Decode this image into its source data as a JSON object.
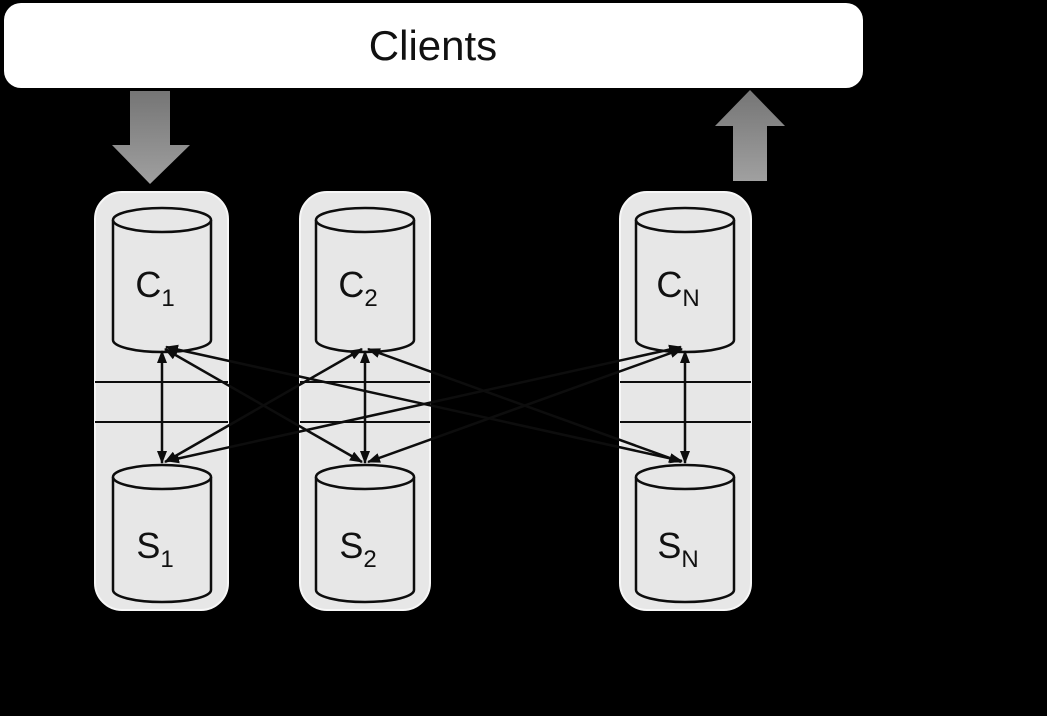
{
  "diagram": {
    "title_box": {
      "label": "Clients"
    },
    "flow_arrows": [
      {
        "name": "requests-down-arrow",
        "direction": "down",
        "meaning": "requests from clients into system"
      },
      {
        "name": "responses-up-arrow",
        "direction": "up",
        "meaning": "responses from system back to clients"
      }
    ],
    "shards": [
      {
        "coordinator": {
          "main": "C",
          "sub": "1"
        },
        "storage": {
          "main": "S",
          "sub": "1"
        }
      },
      {
        "coordinator": {
          "main": "C",
          "sub": "2"
        },
        "storage": {
          "main": "S",
          "sub": "2"
        }
      },
      {
        "coordinator": {
          "main": "C",
          "sub": "N"
        },
        "storage": {
          "main": "S",
          "sub": "N"
        }
      }
    ],
    "connections": [
      {
        "from": "C1",
        "to": "S1",
        "style": "double-arrow"
      },
      {
        "from": "C1",
        "to": "S2",
        "style": "double-arrow"
      },
      {
        "from": "C1",
        "to": "SN",
        "style": "double-arrow"
      },
      {
        "from": "C2",
        "to": "S1",
        "style": "double-arrow"
      },
      {
        "from": "C2",
        "to": "S2",
        "style": "double-arrow"
      },
      {
        "from": "C2",
        "to": "SN",
        "style": "double-arrow"
      },
      {
        "from": "CN",
        "to": "S1",
        "style": "double-arrow"
      },
      {
        "from": "CN",
        "to": "S2",
        "style": "double-arrow"
      },
      {
        "from": "CN",
        "to": "SN",
        "style": "double-arrow"
      }
    ],
    "colors": {
      "background": "#000000",
      "clients_box_fill": "#ffffff",
      "container_fill": "#e7e7e7",
      "container_stroke": "#f7f7f7",
      "cylinder_fill": "#e7e7e7",
      "line_stroke": "#0d0d0d",
      "big_arrow_gray_top": "#757575",
      "big_arrow_gray_bottom": "#a0a0a0"
    }
  }
}
